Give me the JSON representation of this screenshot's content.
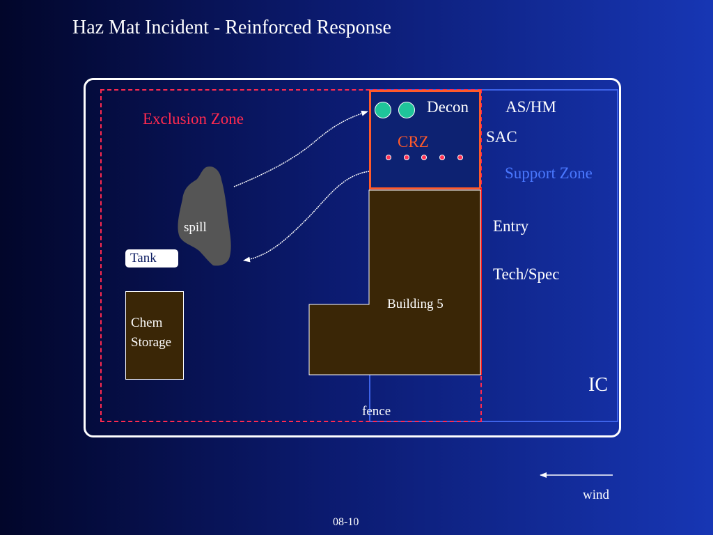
{
  "title": "Haz Mat Incident -  Reinforced Response",
  "zones": {
    "exclusion_label": "Exclusion Zone",
    "support_label": "Support Zone",
    "crz_label": "CRZ"
  },
  "labels": {
    "decon": "Decon",
    "ashm": "AS/HM",
    "sac": "SAC",
    "entry": "Entry",
    "tech_spec": "Tech/Spec",
    "ic": "IC",
    "fence": "fence",
    "wind": "wind",
    "building": "Building 5",
    "spill": "spill",
    "tank": "Tank",
    "chem_line1": "Chem",
    "chem_line2": "Storage"
  },
  "footer": {
    "slide_number": "08-10"
  },
  "colors": {
    "exclusion": "#ff2a4f",
    "crz": "#ff5a2a",
    "support": "#4a78ff",
    "building": "#3a2606",
    "spill": "#555555",
    "decon_station": "#1fc49a"
  }
}
